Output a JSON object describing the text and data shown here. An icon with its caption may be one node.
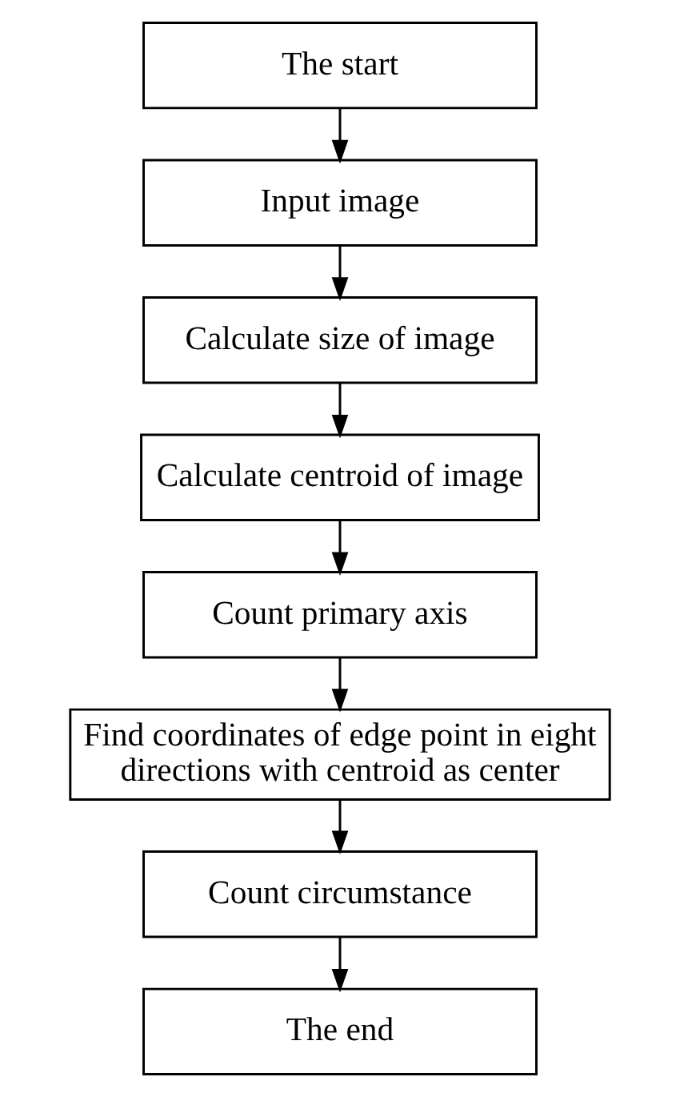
{
  "diagram": {
    "nodes": [
      {
        "text": [
          "The start"
        ]
      },
      {
        "text": [
          "Input image"
        ]
      },
      {
        "text": [
          "Calculate size of image"
        ]
      },
      {
        "text": [
          "Calculate centroid of image"
        ]
      },
      {
        "text": [
          "Count primary axis"
        ]
      },
      {
        "text": [
          "Find coordinates of edge point in eight directions with centroid as center"
        ]
      },
      {
        "text": [
          "Count circumstance"
        ]
      },
      {
        "text": [
          "The end"
        ]
      }
    ],
    "edges": [
      {
        "from": 0,
        "to": 1,
        "arrow": "to"
      },
      {
        "from": 1,
        "to": 2,
        "arrow": "to"
      },
      {
        "from": 2,
        "to": 3,
        "arrow": "to"
      },
      {
        "from": 3,
        "to": 4,
        "arrow": "to"
      },
      {
        "from": 4,
        "to": 5,
        "arrow": "to"
      },
      {
        "from": 5,
        "to": 6,
        "arrow": "to"
      },
      {
        "from": 6,
        "to": 7,
        "arrow": "to"
      }
    ]
  }
}
